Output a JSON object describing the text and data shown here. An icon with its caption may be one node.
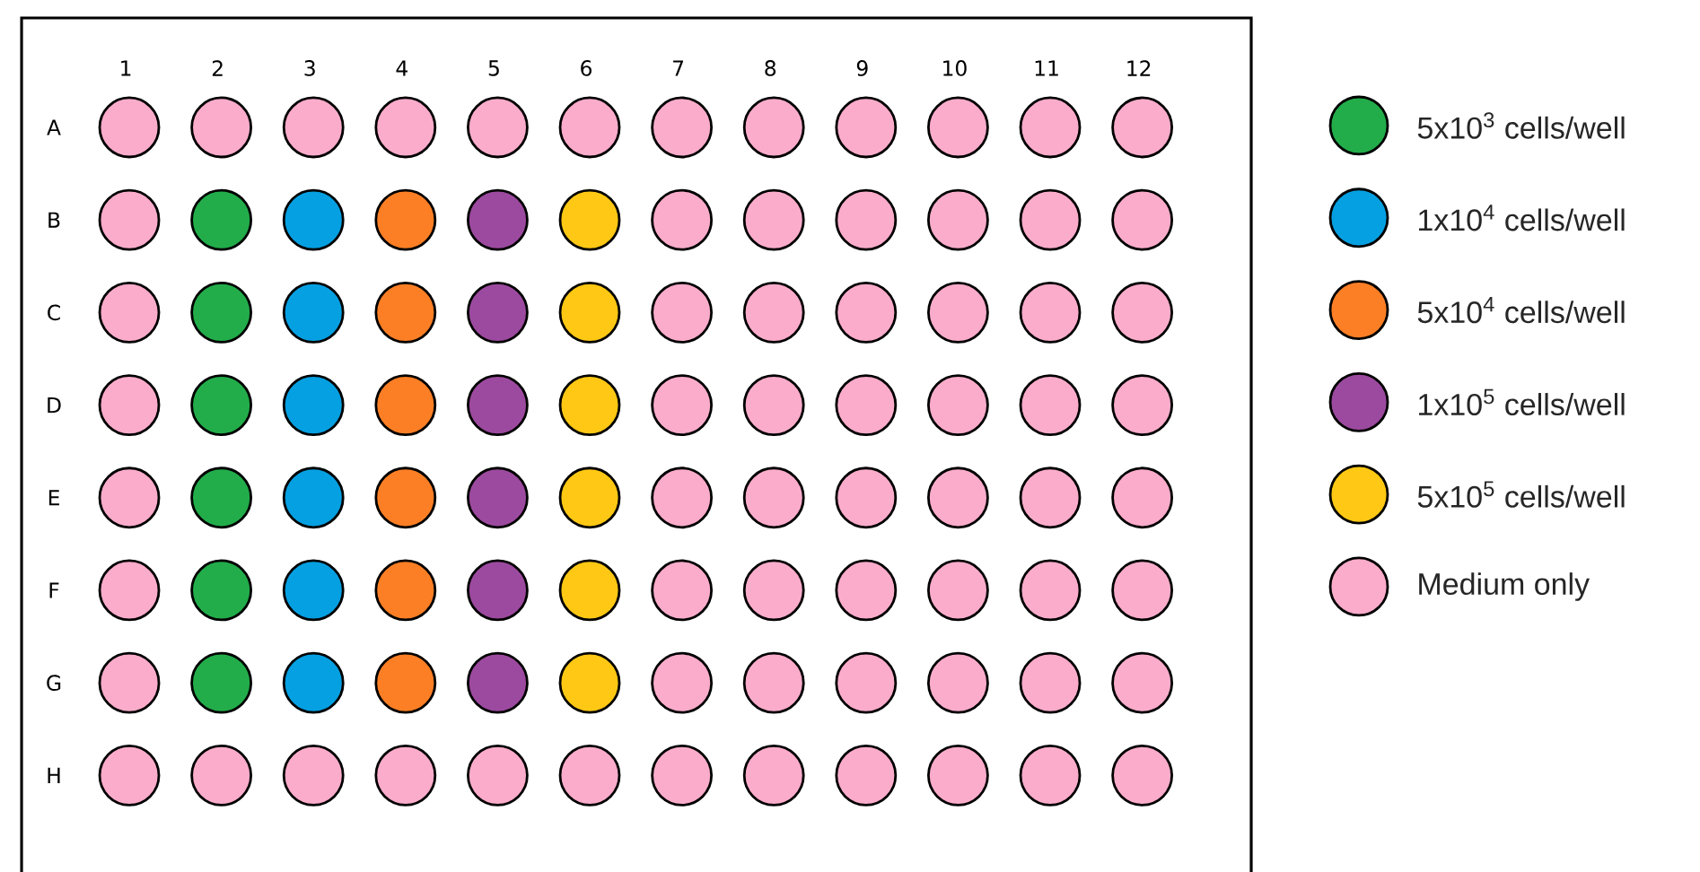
{
  "diagram": {
    "labels": [
      "1",
      "2",
      "3",
      "4",
      "5",
      "6",
      "7",
      "8",
      "9",
      "10",
      "11",
      "12",
      "A",
      "B",
      "C",
      "D",
      "E",
      "F",
      "G",
      "H"
    ],
    "legend": [
      {
        "text": "5x10$^{3}$ cells/well",
        "color": "#22ad4a"
      },
      {
        "text": "1x10$^{4}$ cells/well",
        "color": "#05a0e2"
      },
      {
        "text": "5x10$^{4}$ cells/well",
        "color": "#fc7f25"
      },
      {
        "text": "1x10$^{5}$ cells/well",
        "color": "#9c4a9f"
      },
      {
        "text": "5x10$^{5}$ cells/well",
        "color": "#fec814"
      },
      {
        "text": "Medium only",
        "color": "#fbaccb"
      }
    ]
  }
}
